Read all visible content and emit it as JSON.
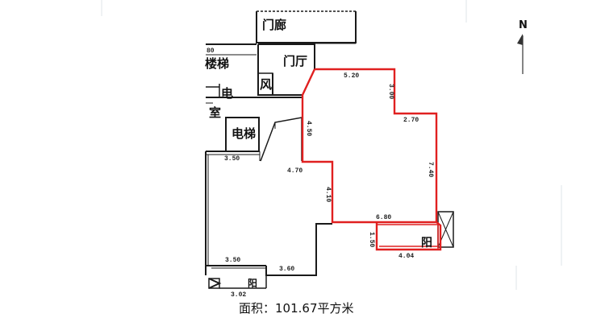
{
  "north": "N",
  "rooms": {
    "menlang": "门廊",
    "menting": "门厅",
    "feng": "风",
    "louti": "楼梯",
    "dian": "电",
    "shi": "室",
    "dianti": "电梯",
    "yang_right": "阳",
    "yang_left": "阳"
  },
  "dims": {
    "d80": "80",
    "d520": "5.20",
    "d300": "3.00",
    "d270": "2.70",
    "d740": "7.40",
    "d450": "4.50",
    "d470": "4.70",
    "d410": "4.10",
    "d680": "6.80",
    "d150": "1.50",
    "d404": "4.04",
    "d350a": "3.50",
    "d350b": "3.50",
    "d360": "3.60",
    "d302": "3.02"
  },
  "area_text": "面积：101.67平方米",
  "colors": {
    "outline": "#e02020",
    "wall": "#1a1a1a",
    "background": "#ffffff"
  }
}
